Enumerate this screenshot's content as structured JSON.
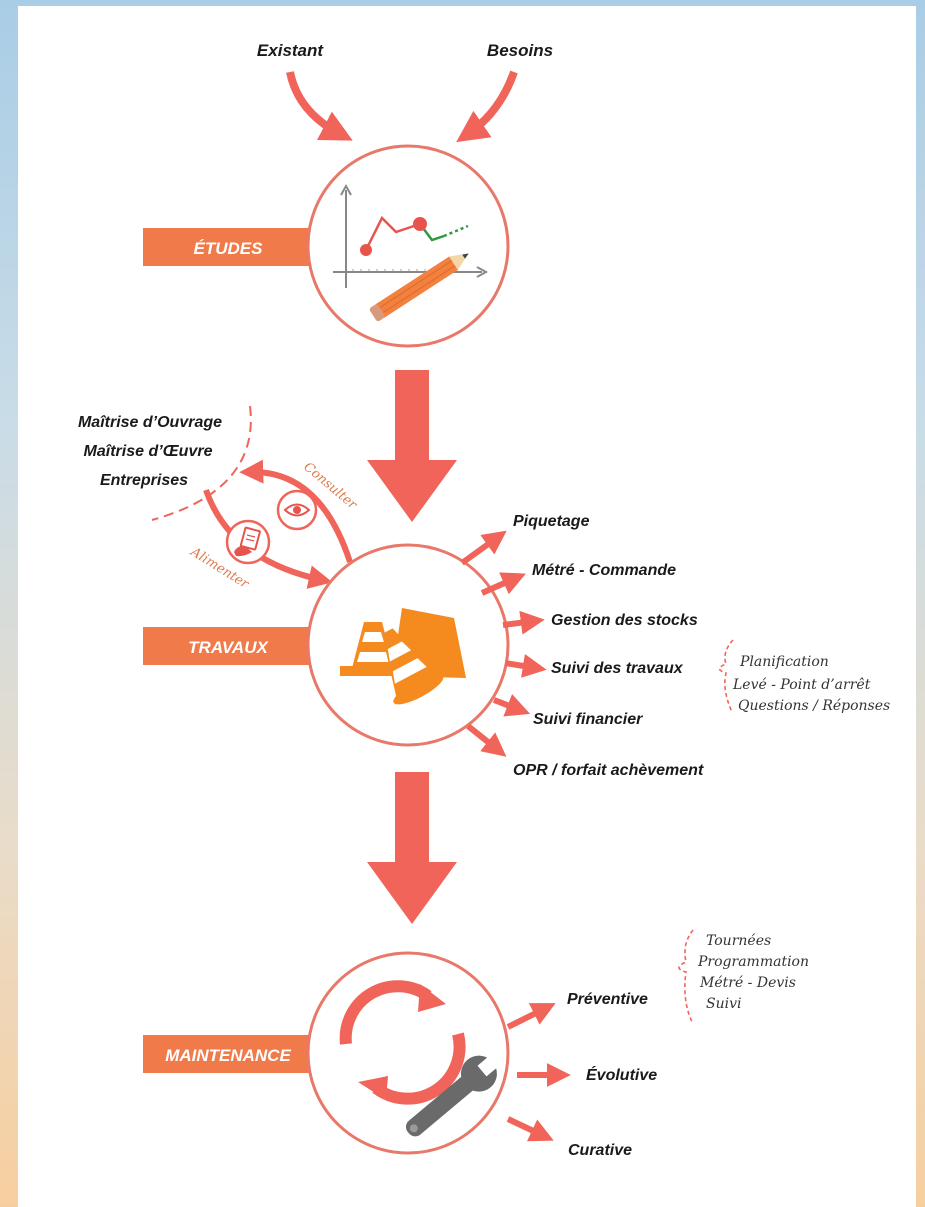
{
  "inputs": {
    "existant": "Existant",
    "besoins": "Besoins"
  },
  "phases": {
    "etudes": "ÉTUDES",
    "travaux": "TRAVAUX",
    "maintenance": "MAINTENANCE"
  },
  "actors": {
    "line1": "Maîtrise d’Ouvrage",
    "line2": "Maîtrise d’Œuvre",
    "line3": "Entreprises",
    "consulter": "Consulter",
    "alimenter": "Alimenter"
  },
  "travaux_outputs": {
    "piquetage": "Piquetage",
    "metre_commande": "Métré - Commande",
    "gestion_stocks": "Gestion des stocks",
    "suivi_travaux": "Suivi des travaux",
    "suivi_financier": "Suivi financier",
    "opr": "OPR / forfait achèvement"
  },
  "suivi_details": {
    "planification": "Planification",
    "leve": "Levé - Point d’arrêt",
    "questions": "Questions / Réponses"
  },
  "maintenance_outputs": {
    "preventive": "Préventive",
    "evolutive": "Évolutive",
    "curative": "Curative"
  },
  "preventive_details": {
    "tournees": "Tournées",
    "programmation": "Programmation",
    "metre_devis": "Métré - Devis",
    "suivi": "Suivi"
  },
  "colors": {
    "accent": "#f0645a",
    "band": "#f07a4a",
    "cone": "#f58a1f",
    "wrench": "#666666"
  }
}
